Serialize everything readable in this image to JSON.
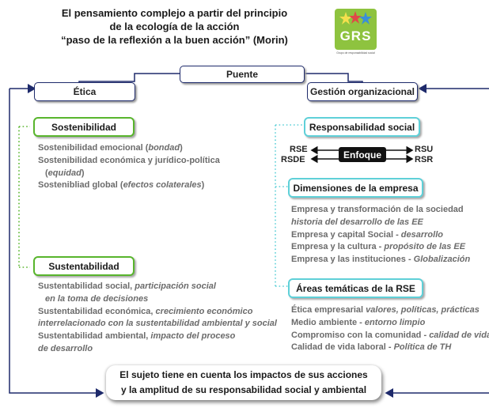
{
  "title": {
    "line1": "El pensamiento complejo a partir del principio",
    "line2": "de la ecología de la acción",
    "line3": "“paso de la reflexión a la buen acción” (Morin)"
  },
  "logo": {
    "text": "GRS",
    "tagline": "Grupo de responsabilidad social",
    "color": "#8ec33f"
  },
  "puente": "Puente",
  "etica": {
    "label": "Ética",
    "sostenibilidad": {
      "label": "Sostenibilidad",
      "items": [
        {
          "text": "Sostenibilidad emocional (",
          "italic": "bondad",
          "end": ")"
        },
        {
          "text": "Sostenibilidad económica y jurídico-política",
          "italic": "",
          "end": ""
        },
        {
          "text": "(",
          "italic": "equidad",
          "end": ")"
        },
        {
          "text": "Sostenibliad global (",
          "italic": "efectos colaterales",
          "end": ")"
        }
      ]
    },
    "sustentabilidad": {
      "label": "Sustentabilidad",
      "items": [
        {
          "text": "Sustentabilidad social, ",
          "italic": "participación social"
        },
        {
          "text": "",
          "italic": "en la toma  de decisiones"
        },
        {
          "text": "Sustentabilidad económica, ",
          "italic": "crecimiento económico"
        },
        {
          "text": "",
          "italic": "interrelacionado con la sustentabilidad ambiental y social"
        },
        {
          "text": "Sustentabilidad ambiental, ",
          "italic": "impacto del proceso"
        },
        {
          "text": "",
          "italic": "de desarrollo"
        }
      ]
    }
  },
  "gestion": {
    "label": "Gestión organizacional",
    "responsabilidad": "Responsabilidad social",
    "enfoque": {
      "label": "Enfoque",
      "left_top": "RSE",
      "left_bottom": "RSDE",
      "right_top": "RSU",
      "right_bottom": "RSR"
    },
    "dimensiones": {
      "label": "Dimensiones de la empresa",
      "items": [
        {
          "text": "Empresa y transformación de la sociedad",
          "italic": ""
        },
        {
          "text": "",
          "italic": "historia del desarrollo de las EE"
        },
        {
          "text": "Empresa y capital Social - ",
          "italic": "desarrollo"
        },
        {
          "text": "Empresa y la cultura - ",
          "italic": "propósito de las EE"
        },
        {
          "text": "Empresa y las instituciones - ",
          "italic": "Globalización"
        }
      ]
    },
    "areas": {
      "label": "Áreas temáticas de la RSE",
      "items": [
        {
          "text": "Ética empresarial ",
          "italic": "valores, políticas, prácticas"
        },
        {
          "text": "Medio ambiente - ",
          "italic": "entorno limpio"
        },
        {
          "text": "Compromiso con la comunidad  - ",
          "italic": "calidad de vida"
        },
        {
          "text": "Calidad de vida laboral - ",
          "italic": "Política de TH"
        }
      ]
    }
  },
  "conclusion": {
    "line1": "El sujeto tiene en cuenta los impactos de sus acciones",
    "line2": "y la amplitud de su responsabilidad social y ambiental"
  },
  "colors": {
    "navy": "#1e2a6b",
    "green": "#58b52c",
    "teal": "#5fd0d8"
  }
}
